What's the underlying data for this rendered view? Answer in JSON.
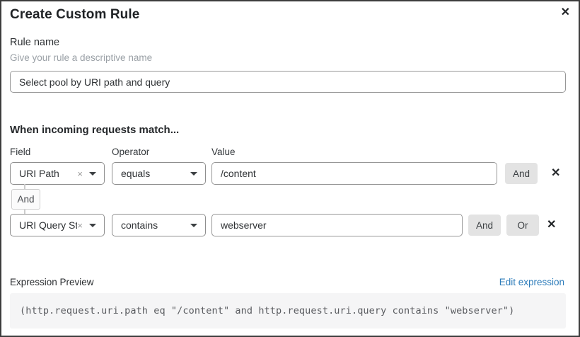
{
  "dialog": {
    "title": "Create Custom Rule",
    "close_icon": "✕"
  },
  "rule_name": {
    "label": "Rule name",
    "hint": "Give your rule a descriptive name",
    "value": "Select pool by URI path and query"
  },
  "match": {
    "heading": "When incoming requests match...",
    "columns": {
      "field": "Field",
      "operator": "Operator",
      "value": "Value"
    },
    "connector_label": "And",
    "rows": [
      {
        "field": "URI Path",
        "clear_icon": "×",
        "operator": "equals",
        "value": "/content",
        "and_label": "And",
        "remove_icon": "✕"
      },
      {
        "field": "URI Query St...",
        "clear_icon": "×",
        "operator": "contains",
        "value": "webserver",
        "and_label": "And",
        "or_label": "Or",
        "remove_icon": "✕"
      }
    ]
  },
  "expression": {
    "label": "Expression Preview",
    "edit_link": "Edit expression",
    "code": "(http.request.uri.path eq \"/content\" and http.request.uri.query contains \"webserver\")"
  },
  "colors": {
    "link": "#2d7cba",
    "conjunction_button_bg": "#e3e3e3",
    "code_background": "#f5f5f6",
    "dialog_border": "#3d3d3d"
  }
}
